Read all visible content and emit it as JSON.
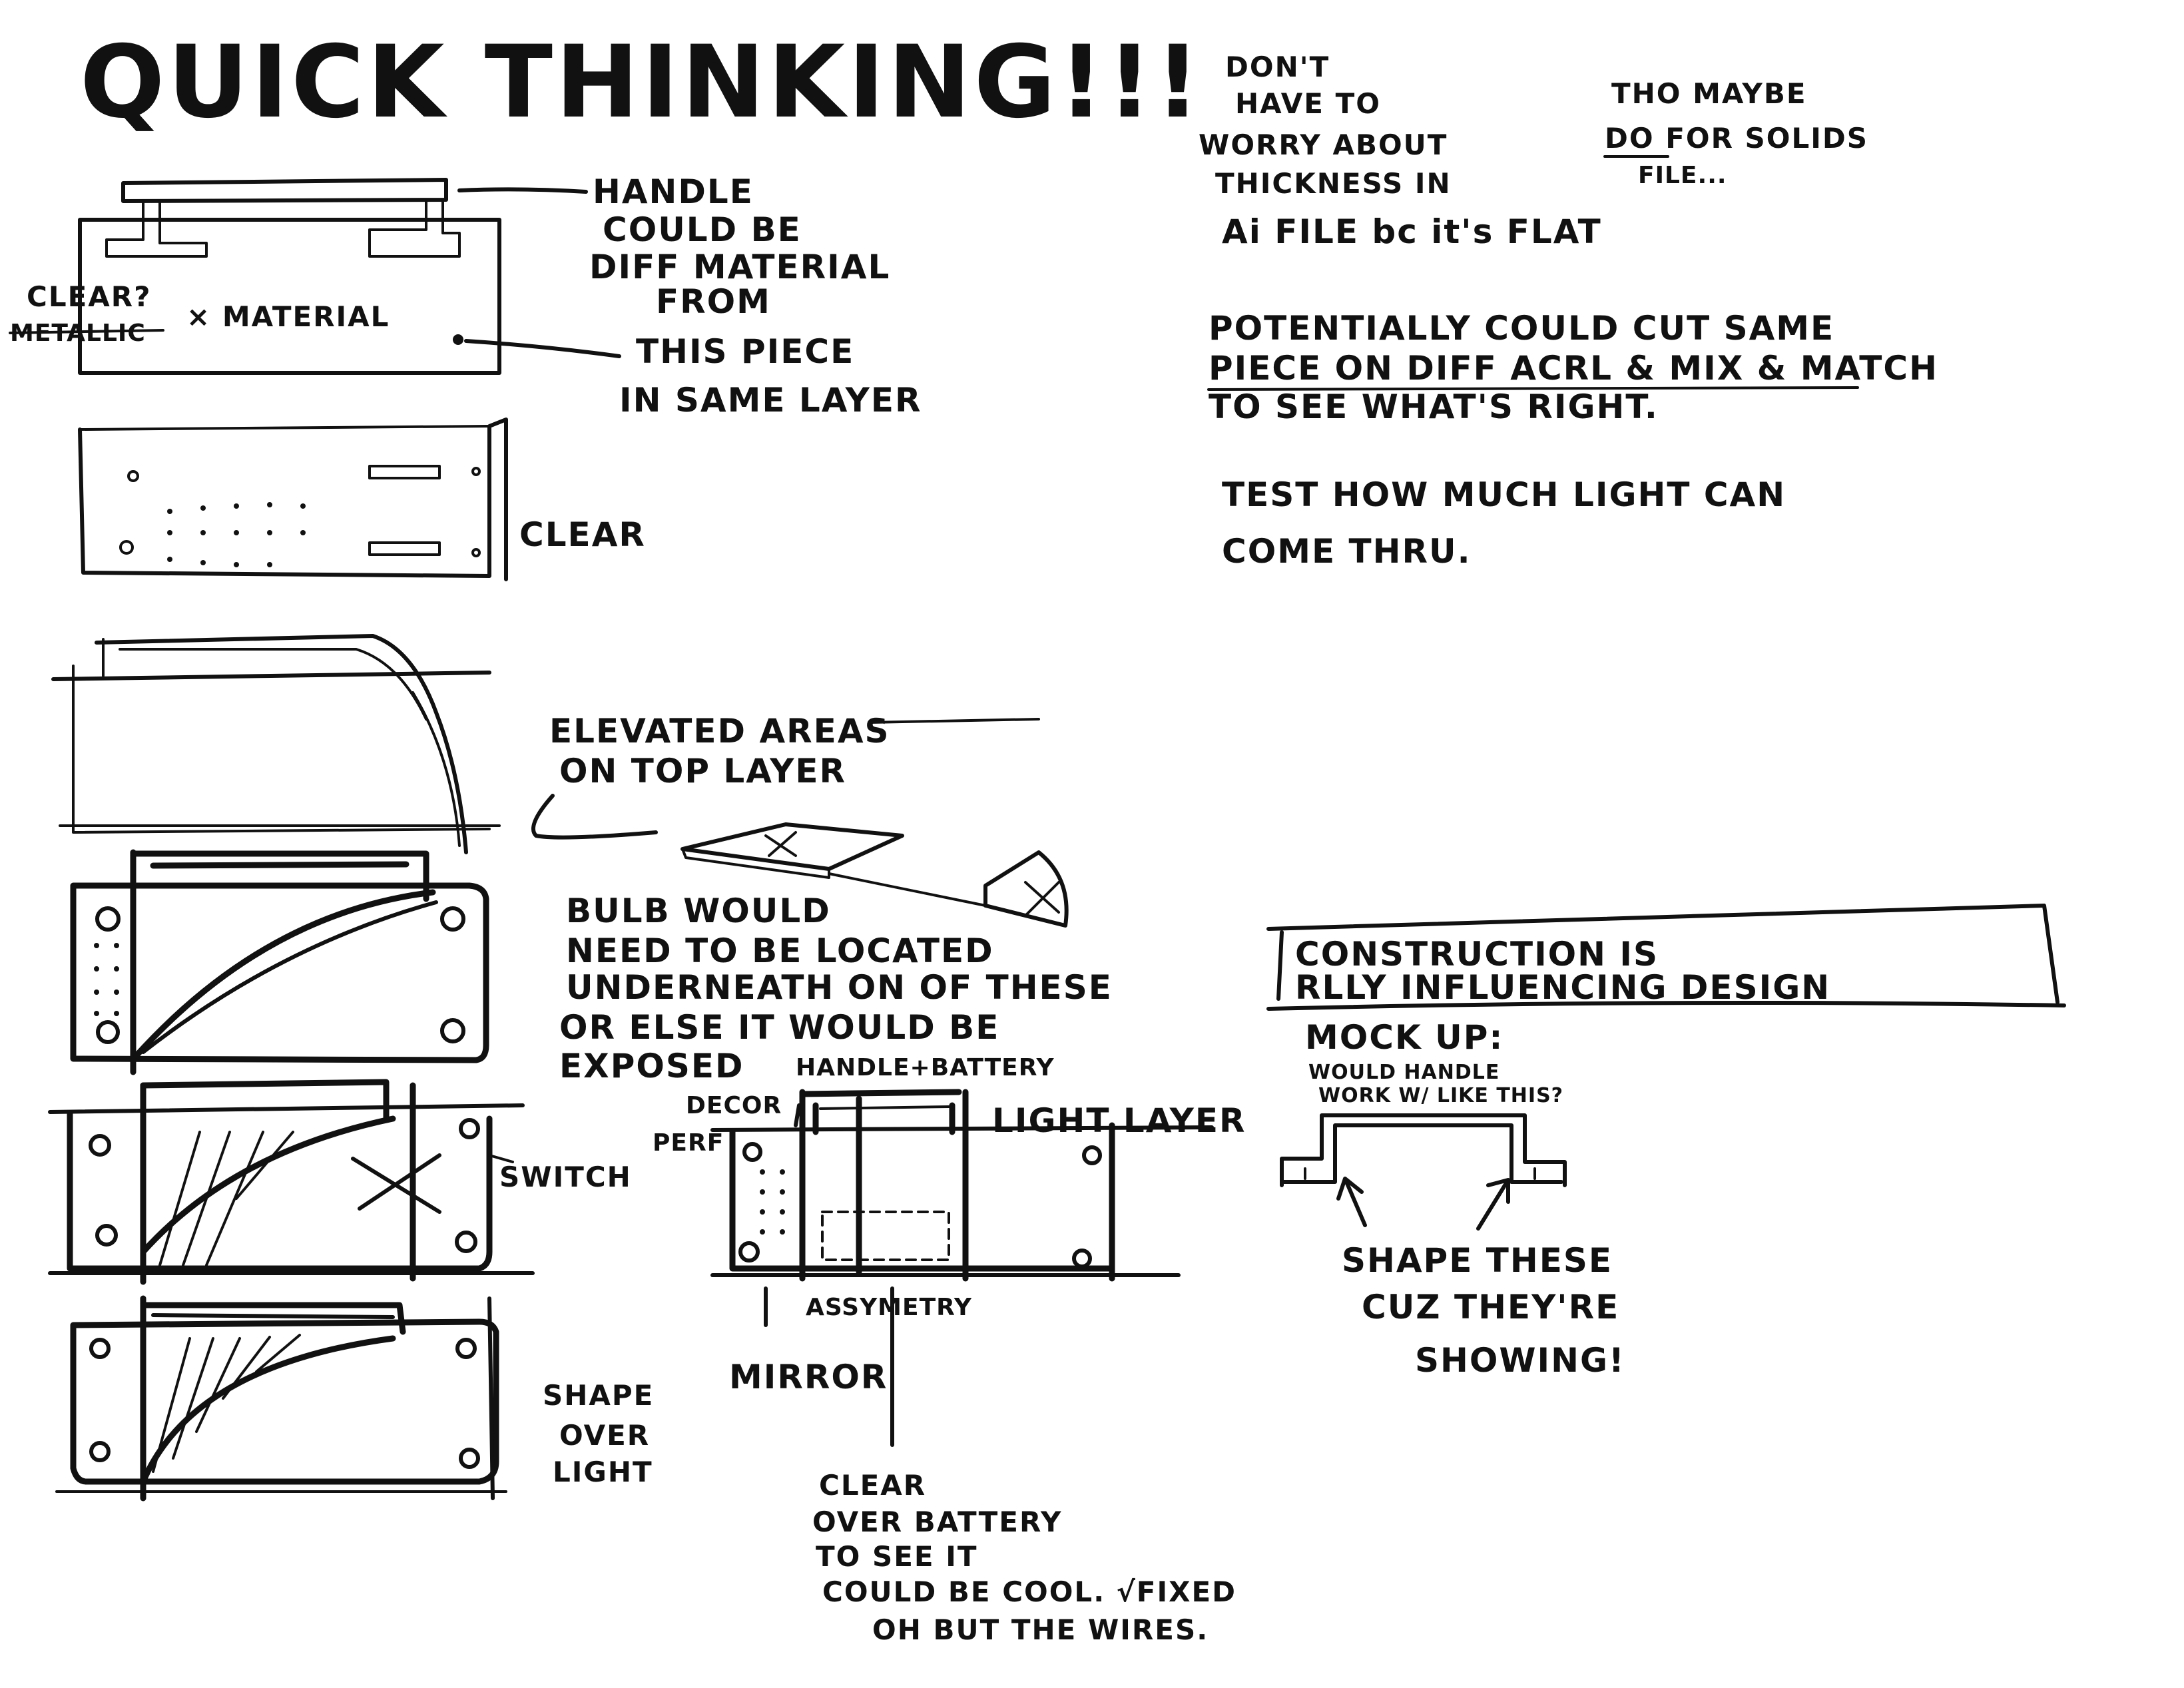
{
  "title": "QUICK THINKING!!!",
  "notes": {
    "handle_note": [
      "HANDLE",
      "COULD BE",
      "DIFF MATERIAL",
      "FROM",
      "THIS PIECE",
      "IN SAME LAYER"
    ],
    "clear_q": "CLEAR?",
    "metallic": "METALLIC",
    "material": "× MATERIAL",
    "clear_label": "CLEAR",
    "thickness_note": [
      "DON'T",
      "HAVE TO",
      "WORRY ABOUT",
      "THICKNESS IN",
      "Ai FILE bc it's FLAT"
    ],
    "solids_note": [
      "THO MAYBE",
      "DO FOR SOLIDS",
      "FILE..."
    ],
    "cut_note": [
      "POTENTIALLY COULD CUT SAME",
      "PIECE ON DIFF ACRL & MIX & MATCH",
      "TO SEE WHAT'S RIGHT."
    ],
    "light_note": [
      "TEST HOW MUCH LIGHT CAN",
      "COME THRU."
    ],
    "elevated_note": [
      "ELEVATED AREAS",
      "ON TOP LAYER"
    ],
    "bulb_note": [
      "BULB WOULD",
      "NEED TO BE LOCATED",
      "UNDERNEATH ON OF THESE",
      "OR ELSE IT WOULD BE",
      "EXPOSED"
    ],
    "handle_battery": "HANDLE+BATTERY",
    "decor": "DECOR",
    "perf": "PERF",
    "light_layer": "LIGHT LAYER",
    "switch": "SWITCH",
    "asymmetry": "ASSYMETRY",
    "mirror": "MIRROR",
    "shape_over_light": [
      "SHAPE",
      "OVER",
      "LIGHT"
    ],
    "clear_battery": [
      "CLEAR",
      "OVER BATTERY",
      "TO SEE IT",
      "COULD BE COOL. √FIXED",
      "OH BUT THE WIRES."
    ],
    "construction": [
      "CONSTRUCTION IS",
      "RLLY INFLUENCING DESIGN"
    ],
    "mockup": "MOCK UP:",
    "handle_q": [
      "WOULD HANDLE",
      "WORK W/ LIKE THIS?"
    ],
    "shape_these": [
      "SHAPE THESE",
      "CUZ THEY'RE",
      "SHOWING!"
    ]
  }
}
